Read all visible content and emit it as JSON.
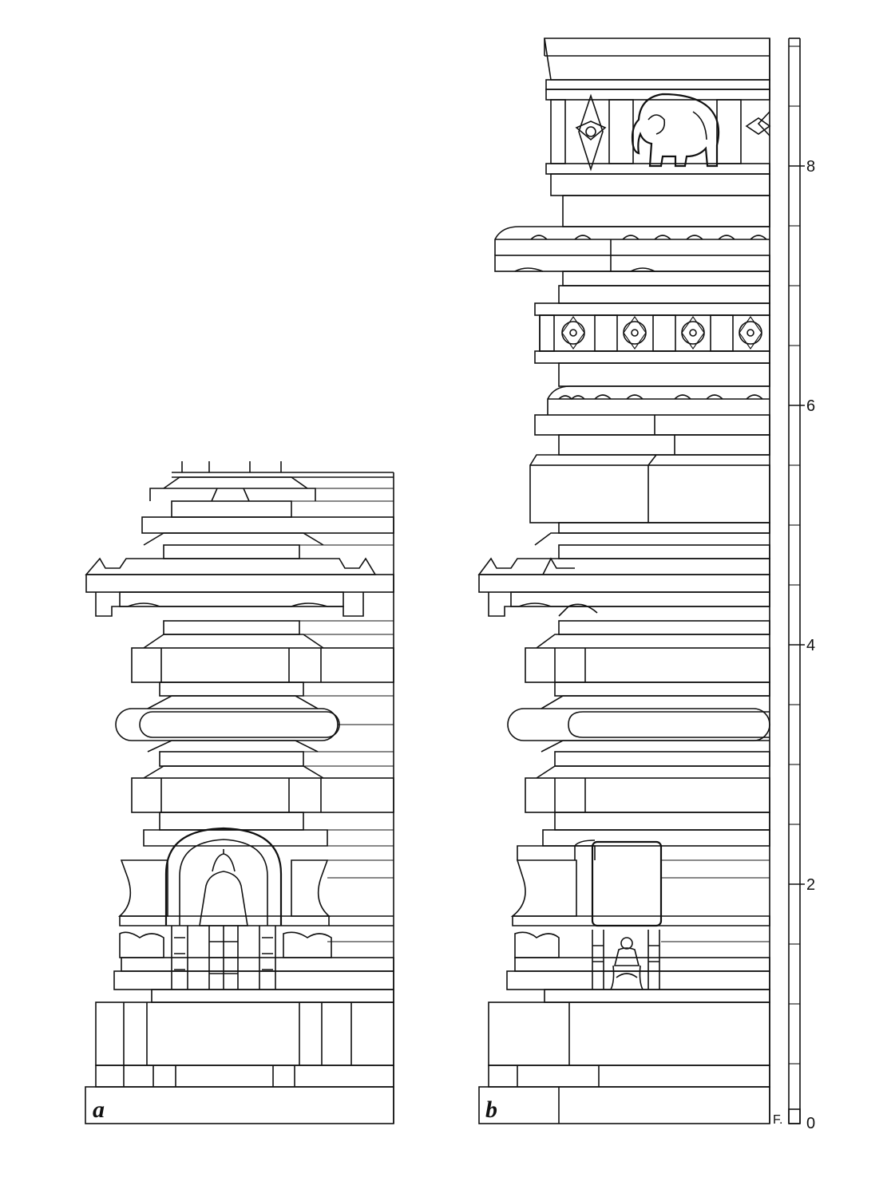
{
  "panels": [
    {
      "id": "a",
      "label": "a"
    },
    {
      "id": "b",
      "label": "b"
    }
  ],
  "scale": {
    "ticks": [
      {
        "value": "0",
        "major": true
      },
      {
        "value": "2",
        "major": true
      },
      {
        "value": "4",
        "major": true
      },
      {
        "value": "6",
        "major": true
      },
      {
        "value": "8",
        "major": true
      }
    ]
  },
  "signature": "F.",
  "colors": {
    "ink": "#111111",
    "paper": "#ffffff"
  }
}
